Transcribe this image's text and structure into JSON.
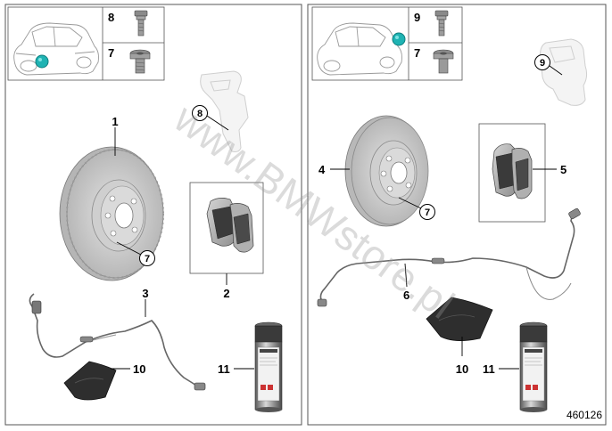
{
  "left_panel": {
    "inset_labels": [
      "8",
      "7"
    ],
    "parts": {
      "brake_disc": "1",
      "disc_bolt_ref": "7",
      "caliper_carrier_ref": "8",
      "brake_pads": "2",
      "wear_sensor": "3",
      "grease_packet": "10",
      "spray_can": "11"
    }
  },
  "right_panel": {
    "inset_labels": [
      "9",
      "7"
    ],
    "parts": {
      "caliper_carrier_ref": "9",
      "brake_disc": "4",
      "disc_bolt_ref": "7",
      "brake_pads": "5",
      "wear_sensor": "6",
      "grease_packet": "10",
      "spray_can": "11"
    }
  },
  "watermark": "www.BMWstore.pl",
  "diagram_number": "460126",
  "colors": {
    "highlight": "#1fb3b3",
    "frame": "#555555",
    "disc": "#c9c9c9"
  }
}
